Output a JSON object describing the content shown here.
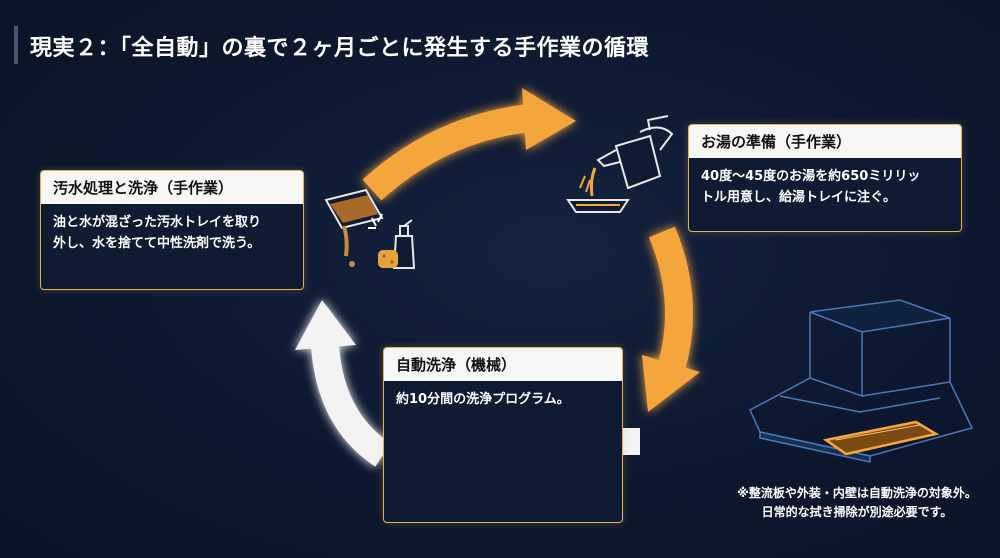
{
  "title": "現実２：「全自動」の裏で２ヶ月ごとに発生する手作業の循環",
  "steps": {
    "hot_water": {
      "heading": "お湯の準備（手作業）",
      "line1": "40度～45度のお湯を約650ミリリッ",
      "line2": "トル用意し、給湯トレイに注ぐ。"
    },
    "auto_wash": {
      "heading": "自動洗浄（機械）",
      "line1": "約10分間の洗浄プログラム。"
    },
    "waste_water": {
      "heading": "汚水処理と洗浄（手作業）",
      "line1": "油と水が混ざった汚水トレイを取り",
      "line2": "外し、水を捨てて中性洗剤で洗う。"
    }
  },
  "note": {
    "line1": "※整流板や外装・内壁は自動洗浄の対象外。",
    "line2": "日常的な拭き掃除が別途必要です。"
  },
  "colors": {
    "accent": "#f4a63c",
    "arrow_white": "#f3f3f3",
    "background": "#0d1830",
    "card_border": "#e0b15a"
  },
  "icons": [
    "pouring-kettle-icon",
    "waste-tray-icon",
    "detergent-bottle-icon",
    "sponge-icon",
    "gears-icon",
    "motor-icon",
    "range-hood-icon"
  ]
}
